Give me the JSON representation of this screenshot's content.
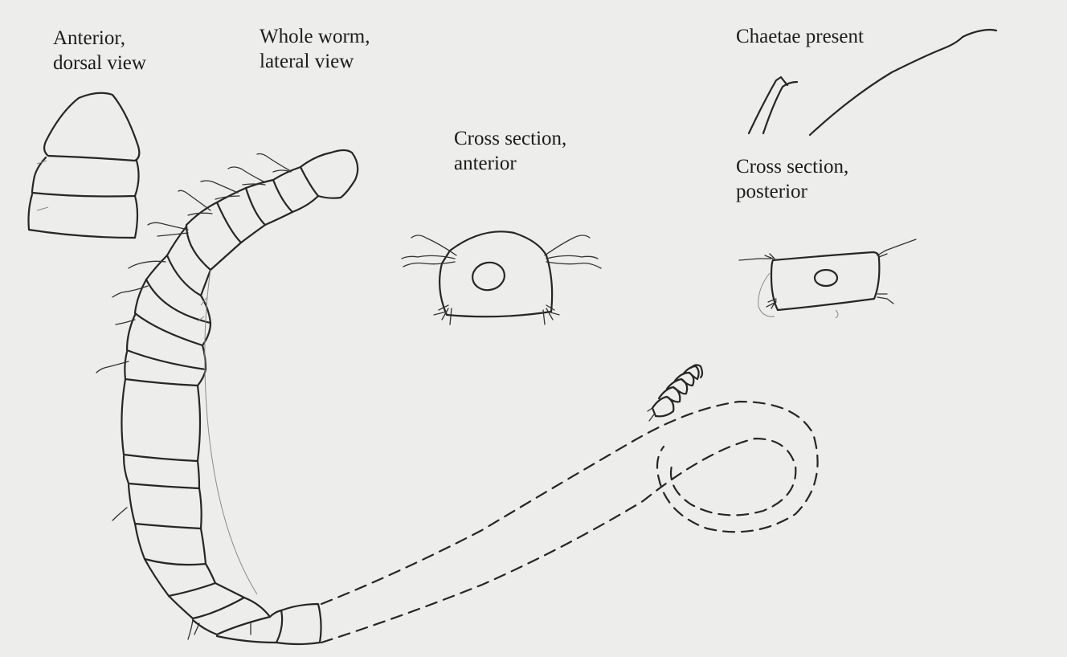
{
  "labels": {
    "anterior_dorsal": "Anterior,\ndorsal view",
    "whole_worm": "Whole worm,\nlateral view",
    "chaetae": "Chaetae present",
    "cross_section_anterior": "Cross section,\n anterior",
    "cross_section_posterior": "Cross section,\n posterior"
  },
  "colors": {
    "paper": "#ededeb",
    "ink": "#262626"
  }
}
